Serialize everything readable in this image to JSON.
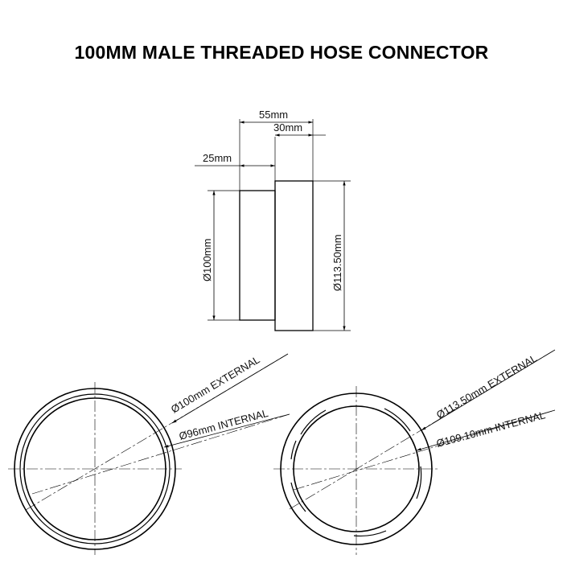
{
  "title": "100MM MALE THREADED HOSE CONNECTOR",
  "side_view": {
    "dim_total_length": "55mm",
    "dim_large_length": "30mm",
    "dim_small_length": "25mm",
    "dim_small_diameter": "Ø100mm",
    "dim_large_diameter": "Ø113.50mm"
  },
  "end_view_left": {
    "external_label": "Ø100mm EXTERNAL",
    "internal_label": "Ø96mm INTERNAL"
  },
  "end_view_right": {
    "external_label": "Ø113.50mm EXTERNAL",
    "internal_label": "Ø109.10mm INTERNAL"
  }
}
